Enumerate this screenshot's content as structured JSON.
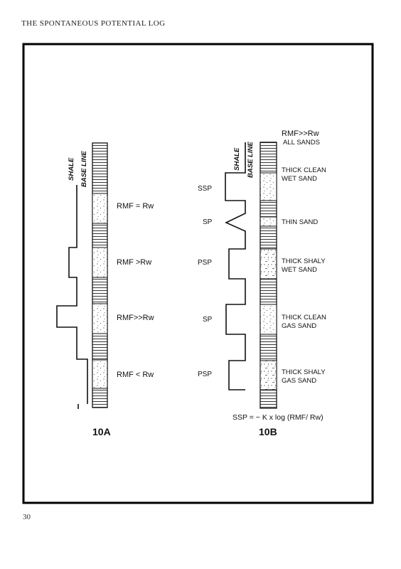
{
  "page": {
    "running_head": "THE SPONTANEOUS POTENTIAL LOG",
    "page_number": "30"
  },
  "panel_a": {
    "caption": "10A",
    "shale_label": "SHALE",
    "baseline_label": "BASE LINE",
    "annotations": [
      "RMF = Rw",
      "RMF >Rw",
      "RMF>>Rw",
      "RMF < Rw"
    ]
  },
  "panel_b": {
    "caption": "10B",
    "shale_label": "SHALE",
    "baseline_label": "BASE LINE",
    "header_line1": "RMF>>Rw",
    "header_line2": "ALL SANDS",
    "curve_labels": [
      "SSP",
      "SP",
      "PSP",
      "SP",
      "PSP"
    ],
    "descriptions": [
      [
        "THICK CLEAN",
        "WET SAND"
      ],
      [
        "THIN SAND"
      ],
      [
        "THICK SHALY",
        "WET SAND"
      ],
      [
        "THICK CLEAN",
        "GAS SAND"
      ],
      [
        "THICK SHALY",
        "GAS SAND"
      ]
    ],
    "equation": "SSP = − K x log (RMF/ Rw)"
  },
  "colors": {
    "ink": "#111111",
    "paper": "#ffffff",
    "frame": "#000000"
  }
}
